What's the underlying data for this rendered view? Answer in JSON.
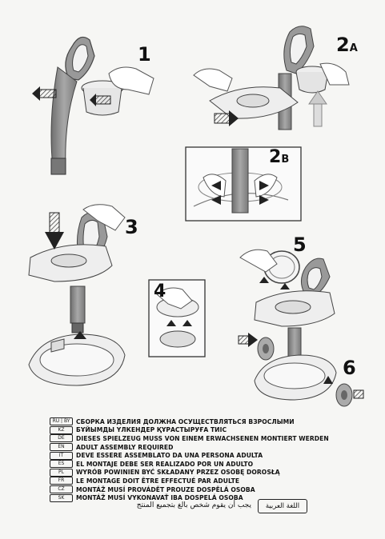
{
  "steps": {
    "s1": {
      "label": "1"
    },
    "s2a": {
      "label": "2",
      "sub": "A"
    },
    "s2b": {
      "label": "2",
      "sub": "B"
    },
    "s3": {
      "label": "3"
    },
    "s4": {
      "label": "4"
    },
    "s5": {
      "label": "5"
    },
    "s6": {
      "label": "6"
    }
  },
  "warnings": [
    {
      "code": "RU | BY",
      "text": "СБОРКА ИЗДЕЛИЯ ДОЛЖНА ОСУЩЕСТВЛЯТЬСЯ ВЗРОСЛЫМИ"
    },
    {
      "code": "KZ",
      "text": "БҰЙЫМДЫ ҮЛКЕНДЕР ҚҰРАСТЫРУҒА ТИІС"
    },
    {
      "code": "DE",
      "text": "DIESES SPIELZEUG MUSS VON EINEM ERWACHSENEN MONTIERT WERDEN"
    },
    {
      "code": "EN",
      "text": "ADULT ASSEMBLY REQUIRED"
    },
    {
      "code": "IT",
      "text": "DEVE ESSERE ASSEMBLATO DA UNA PERSONA ADULTA"
    },
    {
      "code": "ES",
      "text": "EL MONTAJE DEBE SER REALIZADO POR UN ADULTO"
    },
    {
      "code": "PL",
      "text": "WYRÓB POWINIEN BYĆ SKŁADANY PRZEZ OSOBĘ  DOROSŁĄ"
    },
    {
      "code": "FR",
      "text": "LE MONTAGE DOIT ÊTRE EFFECTUÉ PAR ADULTE"
    },
    {
      "code": "CZ",
      "text": "MONTÁŽ MUSÍ PROVÁDĚT PROUZE DOSPĚLÁ OSOBA"
    },
    {
      "code": "SK",
      "text": "MONTÁŽ MUSÍ VYKONAVAŤ  IBA DOSPELÁ OSOBA"
    }
  ],
  "arabic": {
    "badge": "اللغة العربية",
    "text": "يجب أن يقوم شخص بالغ بتجميع المنتج"
  }
}
